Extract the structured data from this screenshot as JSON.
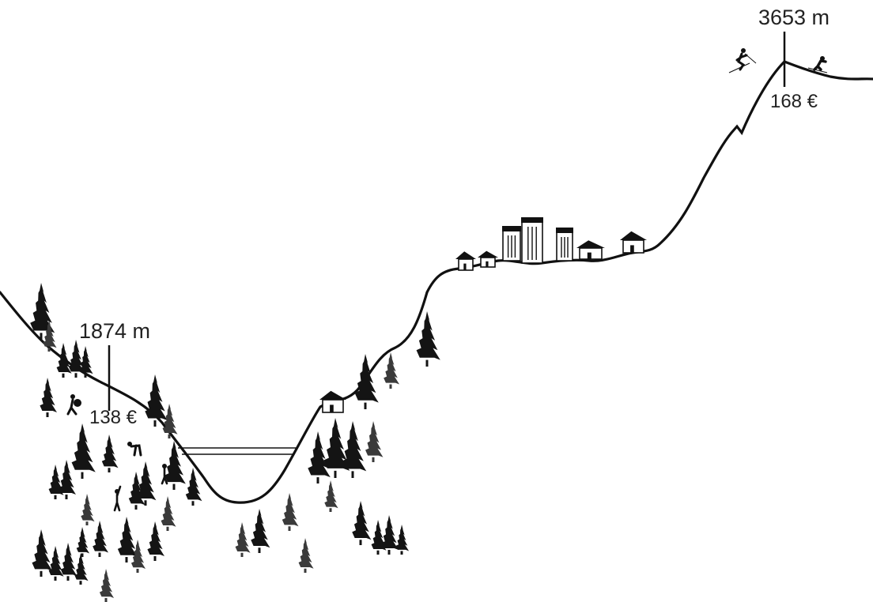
{
  "markers": {
    "low": {
      "altitude": "1874 m",
      "price": "138 €"
    },
    "high": {
      "altitude": "3653 m",
      "price": "168 €"
    }
  },
  "icons": {
    "tree": "pine-tree-icon",
    "house": "house-icon",
    "building": "apartment-building-icon",
    "skier": "skier-icon",
    "hiker": "hiker-icon"
  },
  "colors": {
    "ink": "#111111",
    "tree": "#141414",
    "tree_light": "#3a3a3a"
  }
}
